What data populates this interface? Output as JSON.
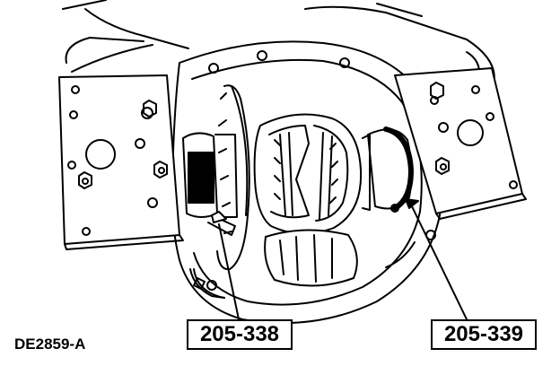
{
  "figure": {
    "id_label": "DE2859-A",
    "callouts": [
      {
        "label": "205-338"
      },
      {
        "label": "205-339"
      }
    ]
  },
  "colors": {
    "line": "#000000",
    "background": "#ffffff"
  }
}
